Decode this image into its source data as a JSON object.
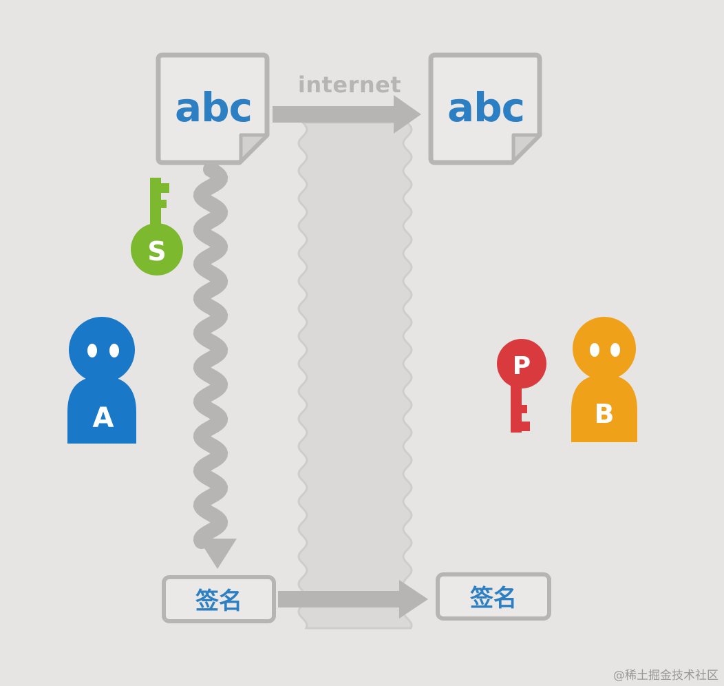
{
  "channel_label": "internet",
  "document_text": "abc",
  "signature_label": "签名",
  "keys": {
    "secret": {
      "letter": "S",
      "color": "#7cb92f"
    },
    "public": {
      "letter": "P",
      "color": "#d83a3e"
    }
  },
  "people": {
    "a": {
      "letter": "A",
      "color": "#1a78c8"
    },
    "b": {
      "letter": "B",
      "color": "#f0a11a"
    }
  },
  "colors": {
    "text_blue": "#2d7fc3",
    "gray": "#b7b5b3",
    "background": "#e7e5e4"
  },
  "watermark": "@稀土掘金技术社区"
}
